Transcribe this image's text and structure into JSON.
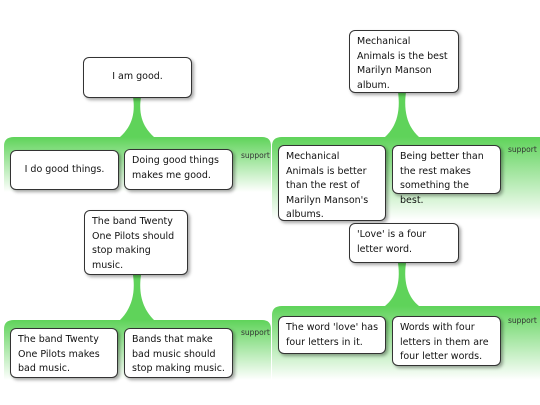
{
  "maps": [
    {
      "claim": "I am good.",
      "support_label": "support",
      "reasons": [
        "I do good things.",
        "Doing good things\nmakes me good."
      ]
    },
    {
      "claim": "Mechanical\nAnimals is the best\nMarilyn Manson\nalbum.",
      "support_label": "support",
      "reasons": [
        "Mechanical\nAnimals is better\nthan the rest of\nMarilyn Manson's\nalbums.",
        "Being better than\nthe rest makes\nsomething the best."
      ]
    },
    {
      "claim": "The band Twenty\nOne Pilots should\nstop making\nmusic.",
      "support_label": "support",
      "reasons": [
        "The band Twenty\nOne Pilots makes\nbad music.",
        "Bands that make\nbad music should\nstop making music."
      ]
    },
    {
      "claim": "'Love' is a four\nletter word.",
      "support_label": "support",
      "reasons": [
        "The word 'love' has\nfour letters in it.",
        "Words with four\nletters in them are\nfour letter words."
      ]
    }
  ],
  "colors": {
    "support_green": "#5fd35a",
    "support_fade": "#ffffff",
    "box_border": "#333333"
  }
}
